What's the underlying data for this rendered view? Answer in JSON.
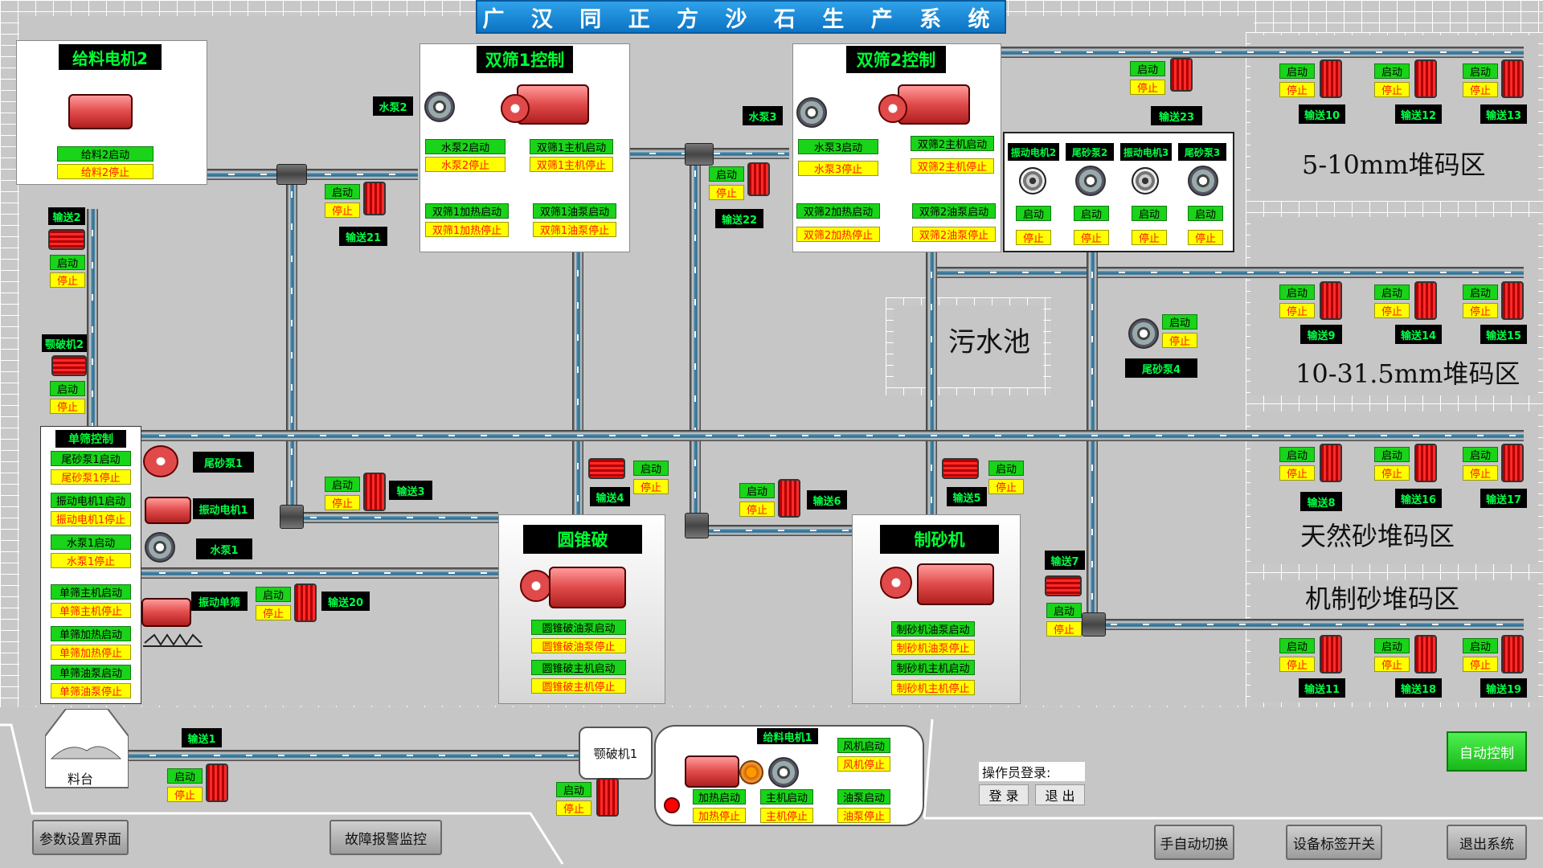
{
  "title": "广 汉 同 正 方 沙 石 生 产 系 统",
  "common": {
    "start": "启动",
    "stop": "停止"
  },
  "panels": {
    "feed2": {
      "title": "给料电机2",
      "start": "给料2启动",
      "stop": "给料2停止"
    },
    "screen1": {
      "title": "双筛1控制",
      "pump_label": "水泵2",
      "b": [
        "水泵2启动",
        "水泵2停止",
        "双筛1主机启动",
        "双筛1主机停止",
        "双筛1加热启动",
        "双筛1加热停止",
        "双筛1油泵启动",
        "双筛1油泵停止"
      ]
    },
    "screen2": {
      "title": "双筛2控制",
      "pump_label": "水泵3",
      "b": [
        "水泵3启动",
        "水泵3停止",
        "双筛2主机启动",
        "双筛2主机停止",
        "双筛2加热启动",
        "双筛2加热停止",
        "双筛2油泵启动",
        "双筛2油泵停止"
      ]
    },
    "vib": {
      "heads": [
        "振动电机2",
        "尾砂泵2",
        "振动电机3",
        "尾砂泵3"
      ]
    },
    "single": {
      "title": "单筛控制",
      "b": [
        "尾砂泵1启动",
        "尾砂泵1停止",
        "振动电机1启动",
        "振动电机1停止",
        "水泵1启动",
        "水泵1停止",
        "单筛主机启动",
        "单筛主机停止",
        "单筛加热启动",
        "单筛加热停止",
        "单筛油泵启动",
        "单筛油泵停止"
      ],
      "labels": [
        "尾砂泵1",
        "振动电机1",
        "水泵1",
        "振动单筛"
      ]
    },
    "cone": {
      "title": "圆锥破",
      "b": [
        "圆锥破油泵启动",
        "圆锥破油泵停止",
        "圆锥破主机启动",
        "圆锥破主机停止"
      ]
    },
    "sand": {
      "title": "制砂机",
      "b": [
        "制砂机油泵启动",
        "制砂机油泵停止",
        "制砂机主机启动",
        "制砂机主机停止"
      ]
    },
    "jaw1": {
      "label": "颚破机1",
      "feed_label": "给料电机1",
      "b": [
        "风机启动",
        "风机停止",
        "加热启动",
        "加热停止",
        "主机启动",
        "主机停止",
        "油泵启动",
        "油泵停止"
      ]
    }
  },
  "labels": {
    "jaw2": "颚破机2",
    "pool": "污水池",
    "feed_table": "料台",
    "tail4": "尾砂泵4",
    "c1": "输送1",
    "c2": "输送2",
    "c3": "输送3",
    "c4": "输送4",
    "c5": "输送5",
    "c6": "输送6",
    "c7": "输送7",
    "c8": "输送8",
    "c9": "输送9",
    "c10": "输送10",
    "c11": "输送11",
    "c12": "输送12",
    "c13": "输送13",
    "c14": "输送14",
    "c15": "输送15",
    "c16": "输送16",
    "c17": "输送17",
    "c18": "输送18",
    "c19": "输送19",
    "c20": "输送20",
    "c21": "输送21",
    "c22": "输送22",
    "c23": "输送23"
  },
  "zones": {
    "z1": "5-10mm堆码区",
    "z2": "10-31.5mm堆码区",
    "z3": "天然砂堆码区",
    "z4": "机制砂堆码区"
  },
  "login": {
    "label": "操作员登录:",
    "login": "登 录",
    "exit": "退 出"
  },
  "nav": {
    "params": "参数设置界面",
    "alarm": "故障报警监控",
    "switch": "手自动切换",
    "tags": "设备标签开关",
    "quit": "退出系统",
    "auto": "自动控制"
  },
  "colors": {
    "title_bg": "#0b73c4",
    "label_text": "#00ff44",
    "start_btn": "#19d419",
    "stop_btn": "#ffff00",
    "stop_text": "#ff1a00"
  }
}
